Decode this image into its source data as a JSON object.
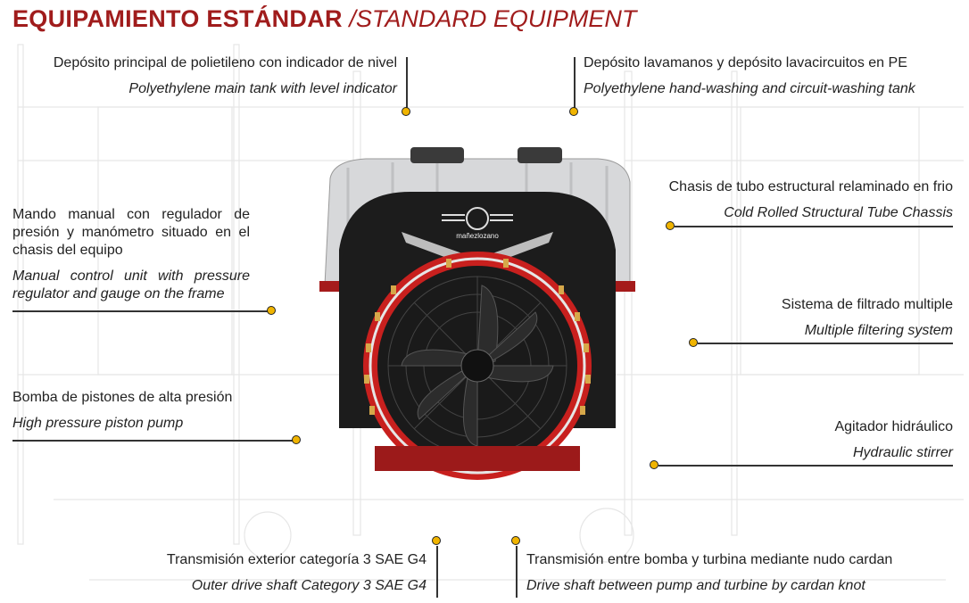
{
  "title": {
    "es": "EQUIPAMIENTO ESTÁNDAR",
    "en": "/STANDARD EQUIPMENT"
  },
  "brand": "mañezlozano",
  "callouts": {
    "main_tank": {
      "es": "Depósito principal de polietileno con indicador de nivel",
      "en": "Polyethylene main tank with level indicator"
    },
    "wash_tank": {
      "es": "Depósito lavamanos y depósito lavacircuitos en PE",
      "en": "Polyethylene hand-washing and circuit-washing tank"
    },
    "chassis": {
      "es": "Chasis de tubo estructural relaminado en frio",
      "en": "Cold Rolled Structural Tube Chassis"
    },
    "control": {
      "es": "Mando manual con regulador de presión y manómetro situado en el chasis del equipo",
      "en": "Manual control unit  with pressure regulator and gauge on the frame"
    },
    "filter": {
      "es": "Sistema de filtrado multiple",
      "en": "Multiple filtering system"
    },
    "pump": {
      "es": "Bomba de pistones de alta presión",
      "en": "High pressure piston pump"
    },
    "stirrer": {
      "es": "Agitador hidráulico",
      "en": "Hydraulic stirrer"
    },
    "outer_shaft": {
      "es": "Transmisión exterior categoría 3 SAE G4",
      "en": "Outer drive shaft Category 3 SAE G4"
    },
    "cardan": {
      "es": "Transmisión entre bomba y turbina mediante nudo cardan",
      "en": "Drive shaft between pump and turbine by cardan knot"
    }
  },
  "colors": {
    "accent_red": "#a01c1c",
    "dot_yellow": "#f0b400",
    "fan_red": "#c8201e",
    "tank_grey": "#d9dadb",
    "body_black": "#1c1c1c"
  }
}
